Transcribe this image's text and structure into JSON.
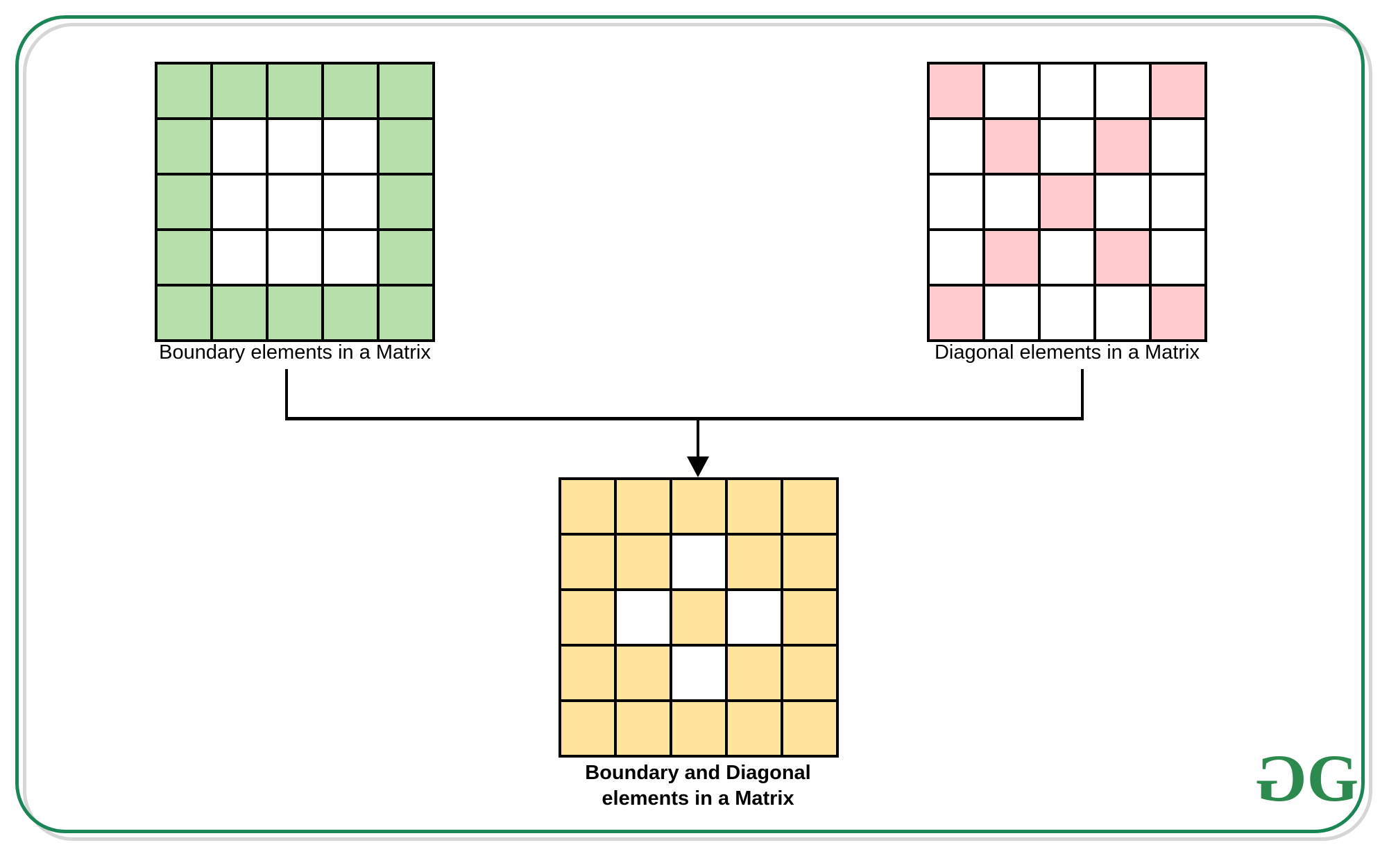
{
  "page": {
    "background": "#ffffff",
    "frame_green_color": "#1b8655",
    "frame_shadow_color": "#d6d6d6",
    "line_color": "#000000"
  },
  "labels": {
    "boundary": "Boundary elements in a Matrix",
    "diagonal": "Diagonal elements in a Matrix",
    "combined_line1": "Boundary and Diagonal",
    "combined_line2": "elements in a Matrix"
  },
  "matrices": {
    "boundary": {
      "fill": "#b6dfa9",
      "empty": "#ffffff",
      "grid": [
        [
          1,
          1,
          1,
          1,
          1
        ],
        [
          1,
          0,
          0,
          0,
          1
        ],
        [
          1,
          0,
          0,
          0,
          1
        ],
        [
          1,
          0,
          0,
          0,
          1
        ],
        [
          1,
          1,
          1,
          1,
          1
        ]
      ]
    },
    "diagonal": {
      "fill": "#fecccc",
      "empty": "#ffffff",
      "grid": [
        [
          1,
          0,
          0,
          0,
          1
        ],
        [
          0,
          1,
          0,
          1,
          0
        ],
        [
          0,
          0,
          1,
          0,
          0
        ],
        [
          0,
          1,
          0,
          1,
          0
        ],
        [
          1,
          0,
          0,
          0,
          1
        ]
      ]
    },
    "combined": {
      "fill": "#ffe49e",
      "empty": "#ffffff",
      "grid": [
        [
          1,
          1,
          1,
          1,
          1
        ],
        [
          1,
          1,
          0,
          1,
          1
        ],
        [
          1,
          0,
          1,
          0,
          1
        ],
        [
          1,
          1,
          0,
          1,
          1
        ],
        [
          1,
          1,
          1,
          1,
          1
        ]
      ]
    }
  },
  "logo": {
    "color": "#2d8a4e",
    "letters": [
      "G",
      "G"
    ]
  }
}
